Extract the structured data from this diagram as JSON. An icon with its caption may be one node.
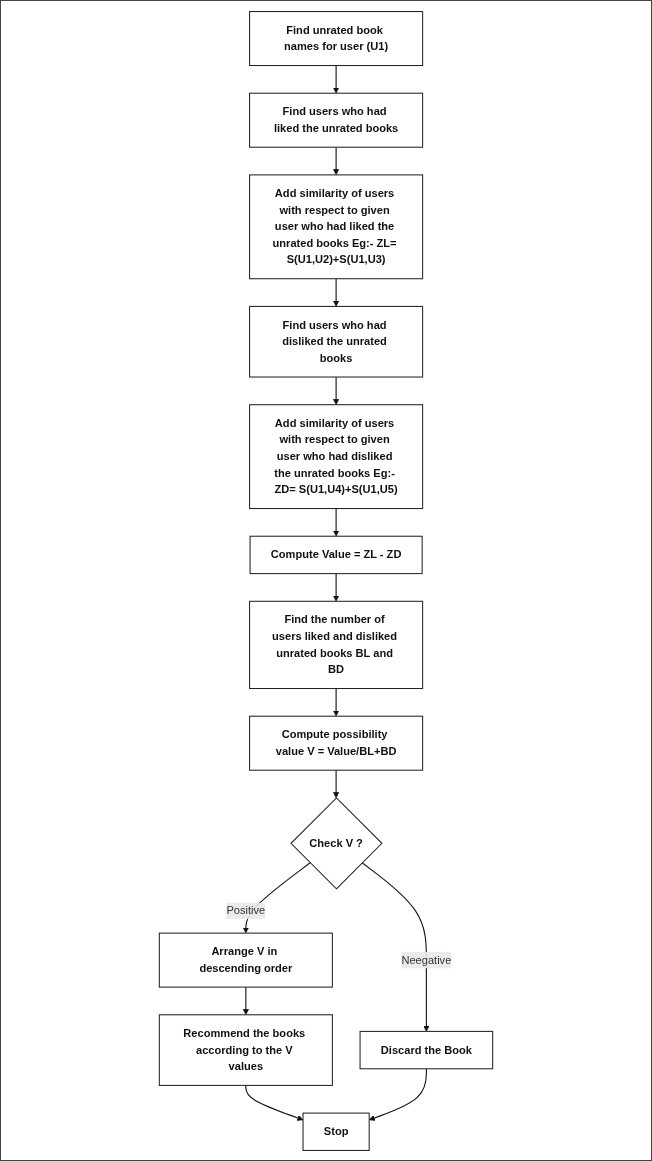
{
  "diagram": {
    "nodes": [
      {
        "text": [
          "Find unrated book names for user (U1)"
        ]
      },
      {
        "text": [
          "Find users who had liked the unrated books"
        ]
      },
      {
        "text": [
          "Add similarity of users with respect to given user who had liked the unrated books Eg:- ZL= S(U1,U2)+S(U1,U3)"
        ]
      },
      {
        "text": [
          "Find users who had disliked the unrated books"
        ]
      },
      {
        "text": [
          "Add similarity of users with respect to given user who had disliked the unrated books Eg:- ZD= S(U1,U4)+S(U1,U5)"
        ]
      },
      {
        "text": [
          "Compute Value = ZL - ZD"
        ]
      },
      {
        "text": [
          "Find the number of users liked and disliked unrated books BL and BD"
        ]
      },
      {
        "text": [
          "Compute possibility value V = Value/BL+BD"
        ]
      },
      {
        "text": [
          "Check V ?"
        ]
      },
      {
        "text": [
          "Discard the Book"
        ]
      },
      {
        "text": [
          "Arrange V in descending order"
        ]
      },
      {
        "text": [
          "Recommend the books according to the V values"
        ]
      },
      {
        "text": [
          "Stop"
        ]
      }
    ],
    "edges": [
      {
        "from": 0,
        "to": 1,
        "arrow": "to"
      },
      {
        "from": 1,
        "to": 2,
        "arrow": "to"
      },
      {
        "from": 2,
        "to": 3,
        "arrow": "to"
      },
      {
        "from": 3,
        "to": 4,
        "arrow": "to"
      },
      {
        "from": 4,
        "to": 5,
        "arrow": "to"
      },
      {
        "from": 5,
        "to": 6,
        "arrow": "to"
      },
      {
        "from": 6,
        "to": 7,
        "arrow": "to"
      },
      {
        "from": 7,
        "to": 8,
        "arrow": "to"
      },
      {
        "from": 8,
        "to": 9,
        "arrow": "to",
        "label": "Neegative"
      },
      {
        "from": 8,
        "to": 10,
        "arrow": "to",
        "label": "Positive"
      },
      {
        "from": 10,
        "to": 11,
        "arrow": "to"
      },
      {
        "from": 11,
        "to": 12,
        "arrow": "to"
      },
      {
        "from": 9,
        "to": 12,
        "arrow": "to"
      }
    ]
  }
}
